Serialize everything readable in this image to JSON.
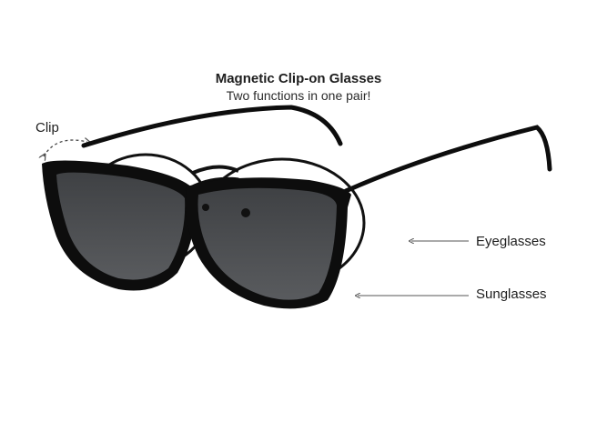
{
  "header": {
    "title": "Magnetic Clip-on Glasses",
    "subtitle": "Two functions in one pair!"
  },
  "callouts": {
    "clip": "Clip",
    "eyeglasses": "Eyeglasses",
    "sunglasses": "Sunglasses"
  },
  "temple_imprint": "",
  "colors": {
    "frame": "#0d0d0d",
    "lens": "#4d4f52",
    "text": "#1e1e1e",
    "arrow": "#555555"
  },
  "icons": {
    "clip_arrow": "dashed-curved-double-arrow",
    "pointer_arrow": "thin-left-arrow"
  }
}
